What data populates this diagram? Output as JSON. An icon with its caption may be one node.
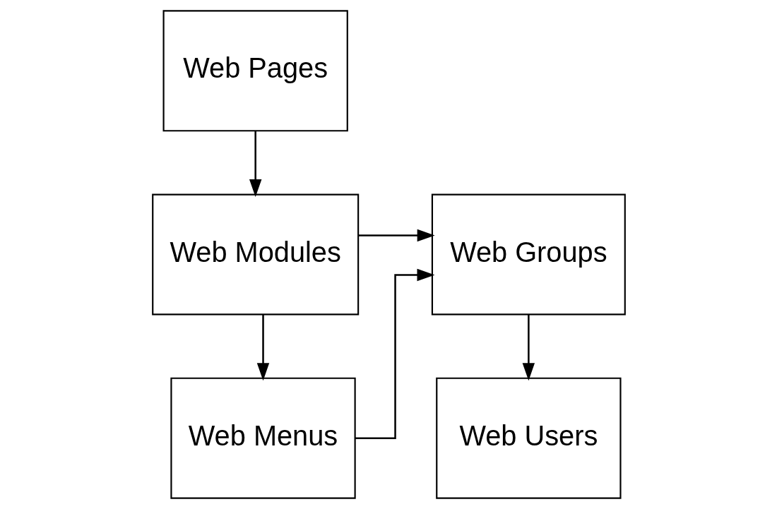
{
  "diagram": {
    "nodes": [
      {
        "text": [
          "Web Pages"
        ]
      },
      {
        "text": [
          "Web Modules"
        ]
      },
      {
        "text": [
          "Web Groups"
        ]
      },
      {
        "text": [
          "Web Menus"
        ]
      },
      {
        "text": [
          "Web Users"
        ]
      }
    ],
    "edges": [
      {
        "from": 0,
        "to": 1,
        "arrow": "to"
      },
      {
        "from": 1,
        "to": 2,
        "arrow": "to"
      },
      {
        "from": 1,
        "to": 3,
        "arrow": "to"
      },
      {
        "from": 3,
        "to": 2,
        "arrow": "to"
      },
      {
        "from": 2,
        "to": 4,
        "arrow": "to"
      }
    ]
  }
}
